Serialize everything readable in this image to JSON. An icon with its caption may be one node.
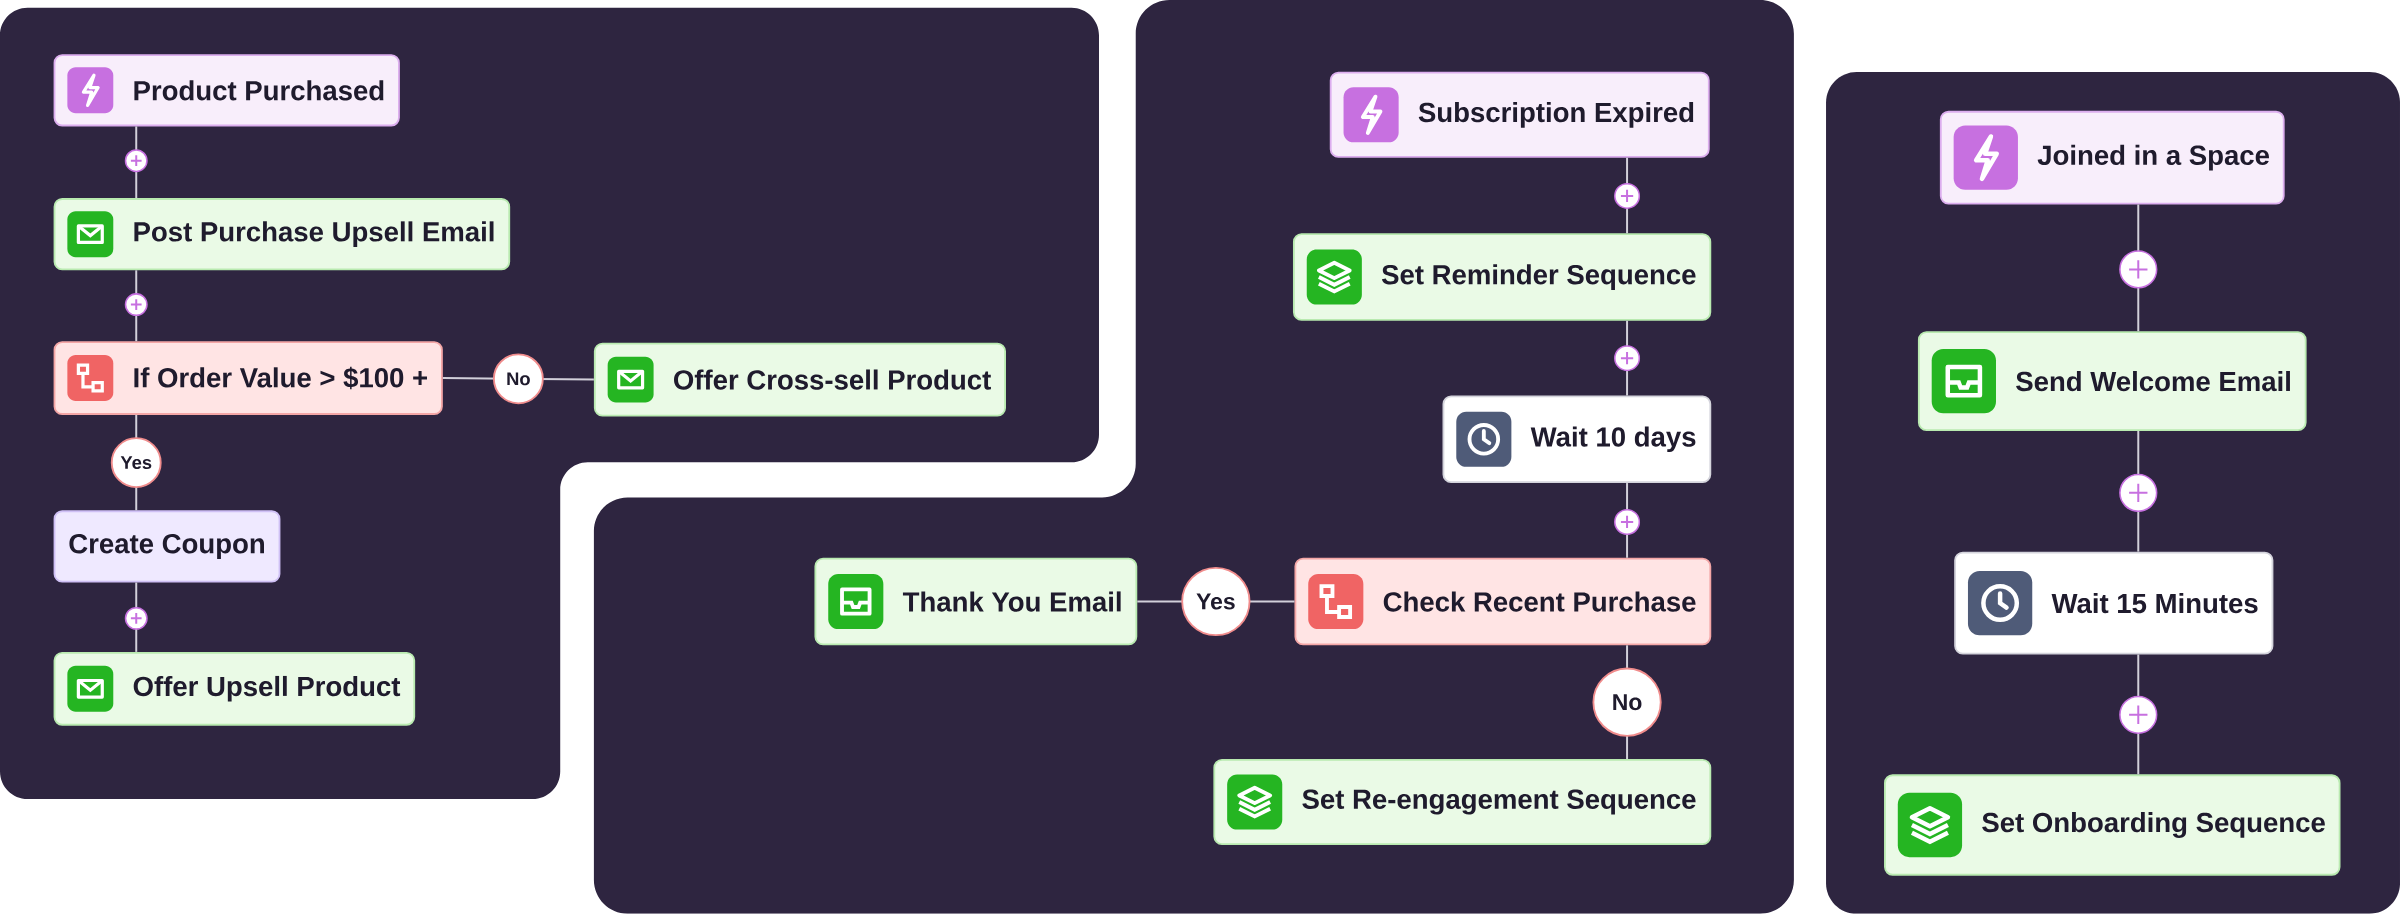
{
  "diagram": {
    "nodes": [
      {
        "text": [
          "Product Purchased"
        ]
      },
      {
        "text": [
          "Post Purchase Upsell Email"
        ]
      },
      {
        "text": [
          "If Order Value > $100 +"
        ]
      },
      {
        "text": [
          "Offer Cross-sell Product"
        ]
      },
      {
        "text": [
          "Create Coupon"
        ]
      },
      {
        "text": [
          "Offer Upsell Product"
        ]
      },
      {
        "text": [
          "Subscription Expired"
        ]
      },
      {
        "text": [
          "Set Reminder Sequence"
        ]
      },
      {
        "text": [
          "Wait 10 days"
        ]
      },
      {
        "text": [
          "Check Recent Purchase"
        ]
      },
      {
        "text": [
          "Thank You Email"
        ]
      },
      {
        "text": [
          "Set Re-engagement Sequence"
        ]
      },
      {
        "text": [
          "Joined in a Space"
        ]
      },
      {
        "text": [
          "Send Welcome Email"
        ]
      },
      {
        "text": [
          "Wait 15 Minutes"
        ]
      },
      {
        "text": [
          "Set Onboarding Sequence"
        ]
      }
    ],
    "edges": [
      {
        "from": 0,
        "to": 1,
        "arrow": "none"
      },
      {
        "from": 1,
        "to": 2,
        "arrow": "none"
      },
      {
        "from": 2,
        "to": 3,
        "arrow": "none",
        "label": "No"
      },
      {
        "from": 2,
        "to": 4,
        "arrow": "none",
        "label": "Yes"
      },
      {
        "from": 4,
        "to": 5,
        "arrow": "none"
      },
      {
        "from": 6,
        "to": 7,
        "arrow": "none"
      },
      {
        "from": 7,
        "to": 8,
        "arrow": "none"
      },
      {
        "from": 8,
        "to": 9,
        "arrow": "none"
      },
      {
        "from": 9,
        "to": 10,
        "arrow": "none",
        "label": "Yes"
      },
      {
        "from": 9,
        "to": 11,
        "arrow": "none",
        "label": "No"
      },
      {
        "from": 12,
        "to": 13,
        "arrow": "none"
      },
      {
        "from": 13,
        "to": 14,
        "arrow": "none"
      },
      {
        "from": 14,
        "to": 15,
        "arrow": "none"
      }
    ]
  }
}
